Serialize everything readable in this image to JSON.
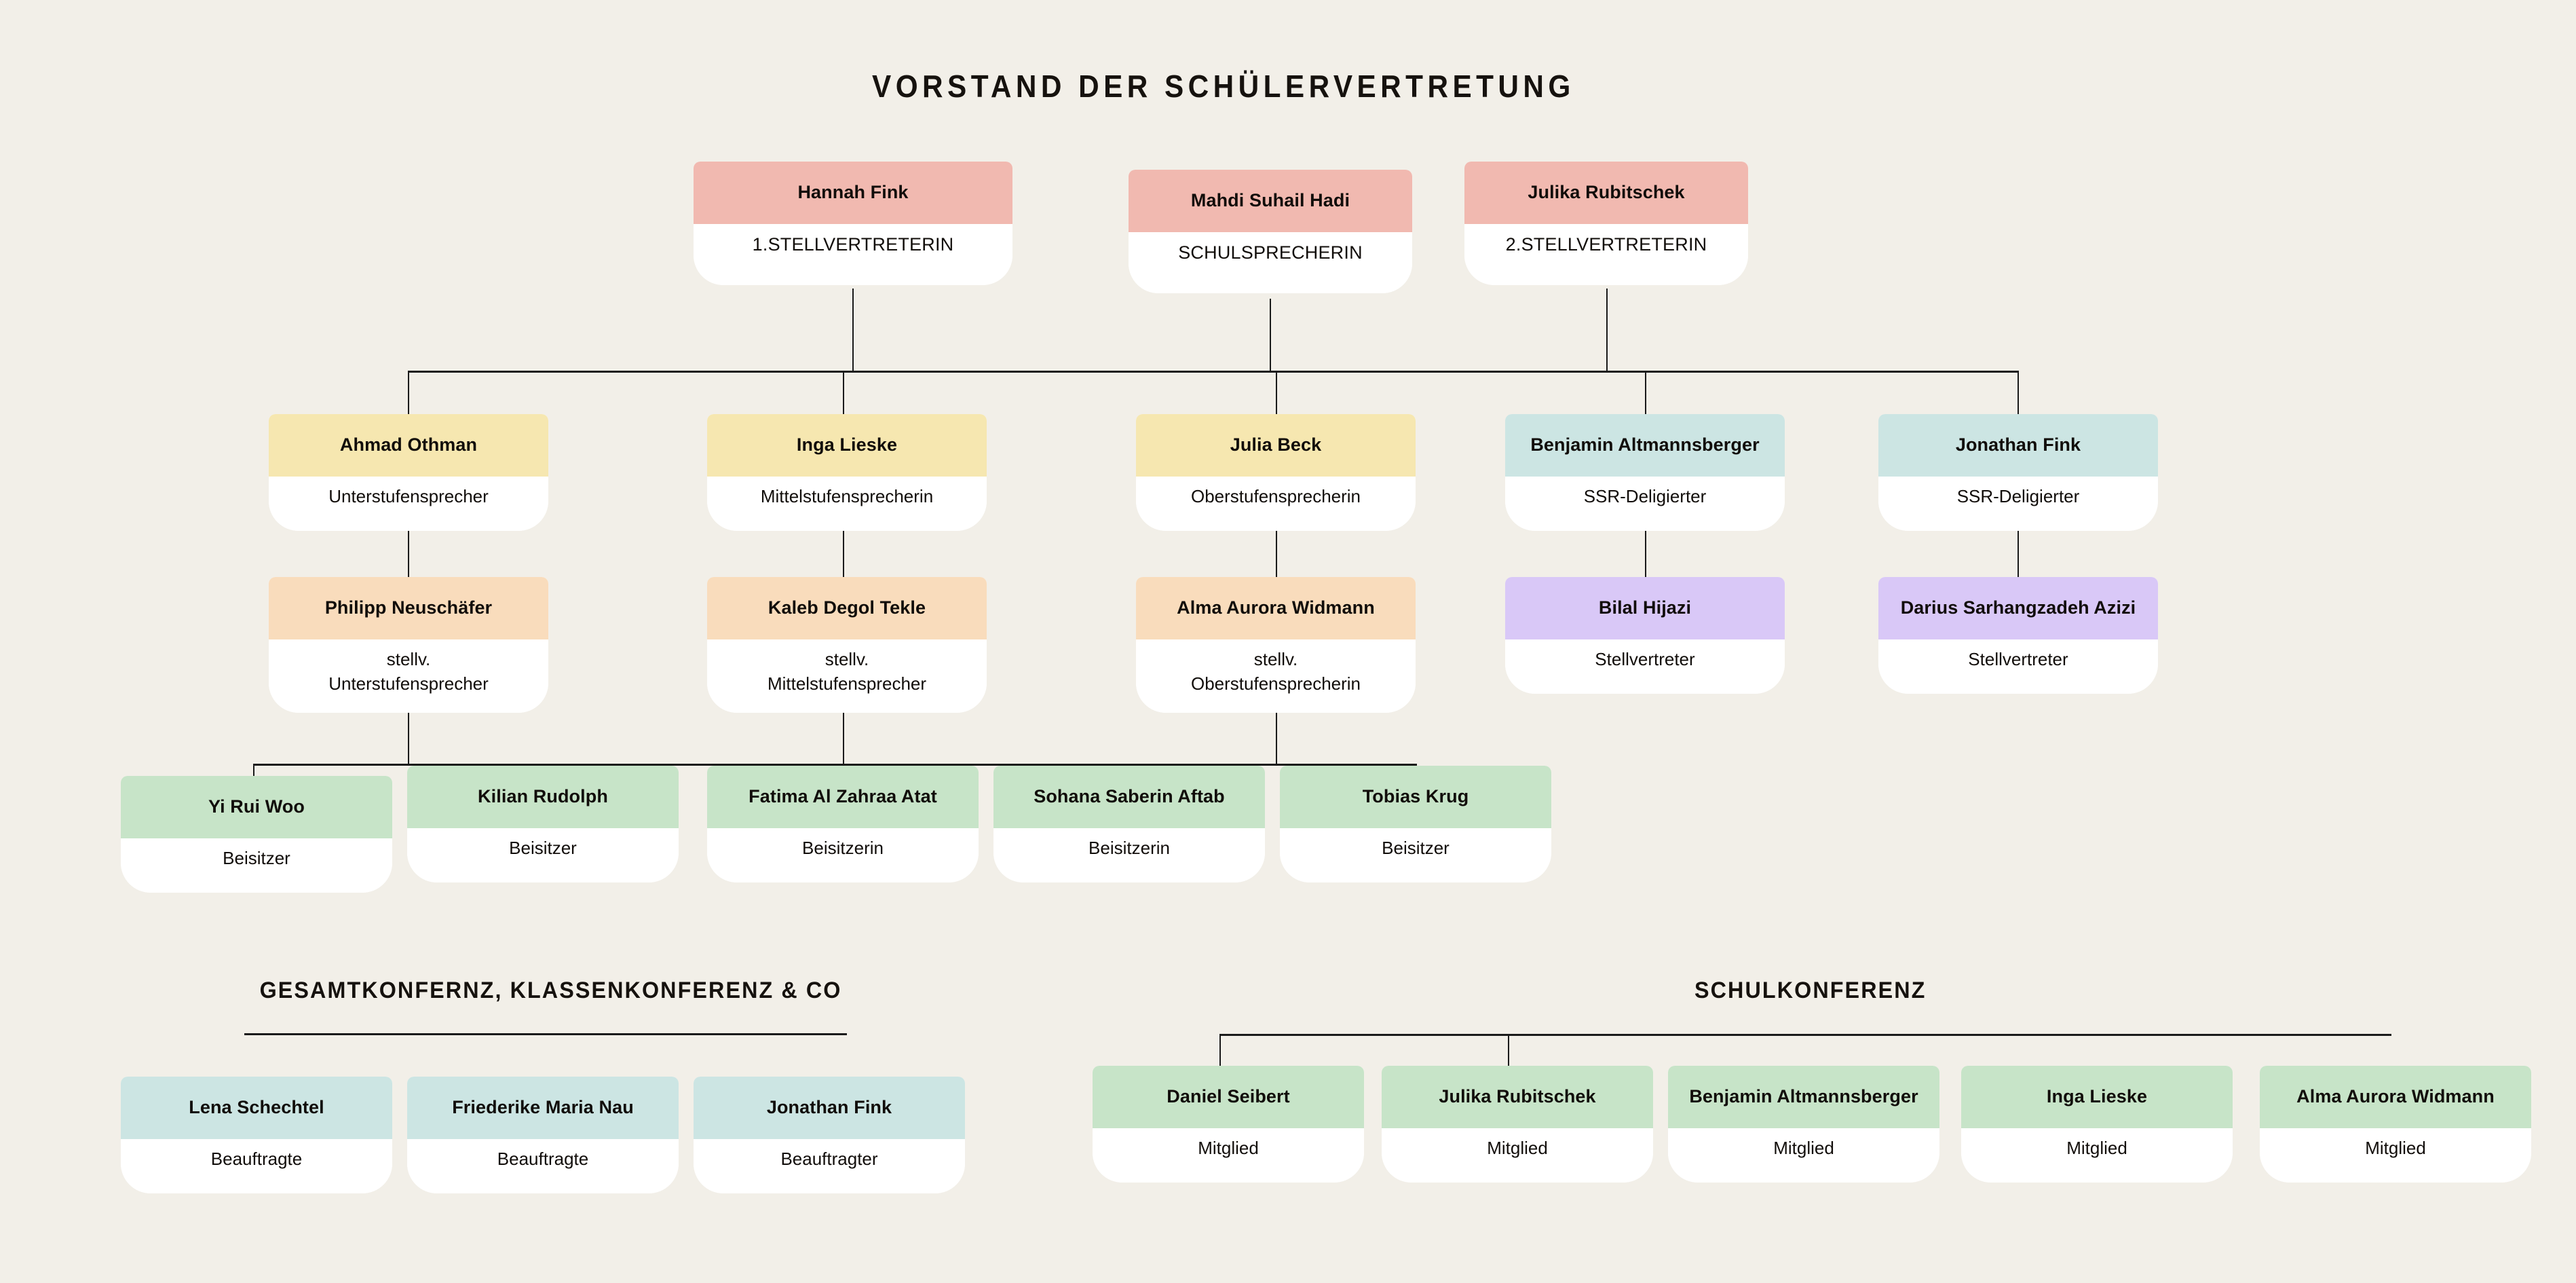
{
  "page": {
    "background": "#f2efe8",
    "title": "VORSTAND DER SCHÜLERVERTRETUNG"
  },
  "colors": {
    "pink": "#f1b9b0",
    "yellow": "#f6e7b0",
    "teal": "#cce5e3",
    "peach": "#f9dcbc",
    "purple": "#d9c8f7",
    "green": "#c7e4c8",
    "line": "#1a1a1a",
    "body": "#ffffff"
  },
  "executive_row": [
    {
      "name": "Hannah Fink",
      "role": "1.STELLVERTRETERIN",
      "color": "pink"
    },
    {
      "name": "Mahdi Suhail Hadi",
      "role": "SCHULSPRECHERIN",
      "color": "pink"
    },
    {
      "name": "Julika Rubitschek",
      "role": "2.STELLVERTRETERIN",
      "color": "pink"
    }
  ],
  "speaker_row": [
    {
      "name": "Ahmad Othman",
      "role": "Unterstufensprecher",
      "color": "yellow"
    },
    {
      "name": "Inga Lieske",
      "role": "Mittelstufensprecherin",
      "color": "yellow"
    },
    {
      "name": "Julia Beck",
      "role": "Oberstufensprecherin",
      "color": "yellow"
    },
    {
      "name": "Benjamin Altmannsberger",
      "role": "SSR-Deligierter",
      "color": "teal"
    },
    {
      "name": "Jonathan Fink",
      "role": "SSR-Deligierter",
      "color": "teal"
    }
  ],
  "deputy_row": [
    {
      "name": "Philipp Neuschäfer",
      "role": "stellv.\nUnterstufensprecher",
      "color": "peach"
    },
    {
      "name": "Kaleb Degol Tekle",
      "role": "stellv.\nMittelstufensprecher",
      "color": "peach"
    },
    {
      "name": "Alma Aurora Widmann",
      "role": "stellv.\nOberstufensprecherin",
      "color": "peach"
    },
    {
      "name": "Bilal Hijazi",
      "role": "Stellvertreter",
      "color": "purple"
    },
    {
      "name": "Darius Sarhangzadeh Azizi",
      "role": "Stellvertreter",
      "color": "purple"
    }
  ],
  "assessor_row": [
    {
      "name": "Yi Rui Woo",
      "role": "Beisitzer",
      "color": "green"
    },
    {
      "name": "Kilian Rudolph",
      "role": "Beisitzer",
      "color": "green"
    },
    {
      "name": "Fatima Al Zahraa Atat",
      "role": "Beisitzerin",
      "color": "green"
    },
    {
      "name": "Sohana Saberin Aftab",
      "role": "Beisitzerin",
      "color": "green"
    },
    {
      "name": "Tobias Krug",
      "role": "Beisitzer",
      "color": "green"
    }
  ],
  "conference_section": {
    "title": "GESAMTKONFERNZ, KLASSENKONFERENZ & CO",
    "members": [
      {
        "name": "Lena Schechtel",
        "role": "Beauftragte",
        "color": "teal"
      },
      {
        "name": "Friederike Maria Nau",
        "role": "Beauftragte",
        "color": "teal"
      },
      {
        "name": "Jonathan Fink",
        "role": "Beauftragter",
        "color": "teal"
      }
    ]
  },
  "school_conference_section": {
    "title": "SCHULKONFERENZ",
    "members": [
      {
        "name": "Daniel Seibert",
        "role": "Mitglied",
        "color": "green"
      },
      {
        "name": "Julika Rubitschek",
        "role": "Mitglied",
        "color": "green"
      },
      {
        "name": "Benjamin Altmannsberger",
        "role": "Mitglied",
        "color": "green"
      },
      {
        "name": "Inga Lieske",
        "role": "Mitglied",
        "color": "green"
      },
      {
        "name": "Alma Aurora Widmann",
        "role": "Mitglied",
        "color": "green"
      }
    ]
  }
}
